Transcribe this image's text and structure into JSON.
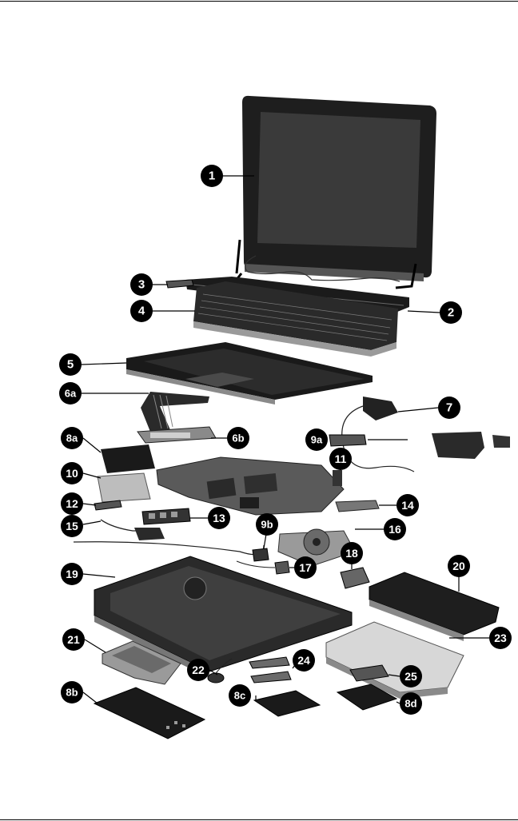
{
  "colors": {
    "ink": "#000000",
    "screen": "#2b2b2b",
    "part_dark": "#1e1e1e",
    "part_mid": "#7a7a7a",
    "part_light": "#c9c9c9",
    "paper": "#ffffff"
  },
  "callouts": [
    {
      "id": "p1",
      "label": "1"
    },
    {
      "id": "p2",
      "label": "2"
    },
    {
      "id": "p3",
      "label": "3"
    },
    {
      "id": "p4",
      "label": "4"
    },
    {
      "id": "p5",
      "label": "5"
    },
    {
      "id": "p6a",
      "label": "6a"
    },
    {
      "id": "p6b",
      "label": "6b"
    },
    {
      "id": "p7",
      "label": "7"
    },
    {
      "id": "p8a",
      "label": "8a"
    },
    {
      "id": "p9a",
      "label": "9a"
    },
    {
      "id": "p10",
      "label": "10"
    },
    {
      "id": "p11",
      "label": "11"
    },
    {
      "id": "p12",
      "label": "12"
    },
    {
      "id": "p13",
      "label": "13"
    },
    {
      "id": "p14",
      "label": "14"
    },
    {
      "id": "p15",
      "label": "15"
    },
    {
      "id": "p9b",
      "label": "9b"
    },
    {
      "id": "p16",
      "label": "16"
    },
    {
      "id": "p17",
      "label": "17"
    },
    {
      "id": "p18",
      "label": "18"
    },
    {
      "id": "p19",
      "label": "19"
    },
    {
      "id": "p20",
      "label": "20"
    },
    {
      "id": "p21",
      "label": "21"
    },
    {
      "id": "p23",
      "label": "23"
    },
    {
      "id": "p22",
      "label": "22"
    },
    {
      "id": "p24",
      "label": "24"
    },
    {
      "id": "p25",
      "label": "25"
    },
    {
      "id": "p8b",
      "label": "8b"
    },
    {
      "id": "p8c",
      "label": "8c"
    },
    {
      "id": "p8d",
      "label": "8d"
    }
  ]
}
